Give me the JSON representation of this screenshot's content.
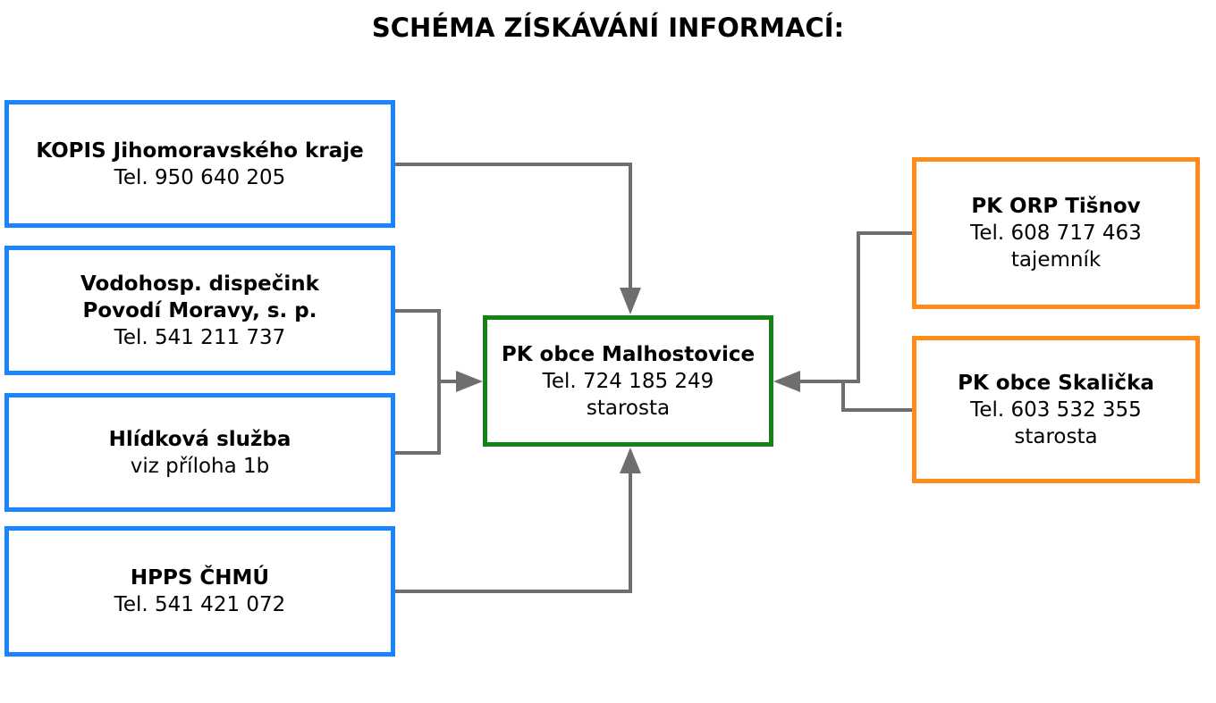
{
  "title": "SCHÉMA ZÍSKÁVÁNÍ INFORMACÍ:",
  "colors": {
    "source_border": "#1a85ff",
    "center_border": "#148214",
    "neighbor_border": "#ff8a1a",
    "connector": "#6e6e6e"
  },
  "nodes": {
    "kopis": {
      "name": "KOPIS Jihomoravského kraje",
      "phone": "Tel. 950 640 205"
    },
    "vodo": {
      "name_line1": "Vodohosp. dispečink",
      "name_line2": "Povodí Moravy, s. p.",
      "phone": "Tel. 541 211 737"
    },
    "hlid": {
      "name": "Hlídková služba",
      "note": "viz příloha 1b"
    },
    "hpps": {
      "name": "HPPS ČHMÚ",
      "phone": "Tel. 541 421 072"
    },
    "center": {
      "name": "PK obce Malhostovice",
      "phone": "Tel. 724 185 249",
      "role": "starosta"
    },
    "orp": {
      "name": "PK ORP Tišnov",
      "phone": "Tel. 608 717 463",
      "role": "tajemník"
    },
    "skal": {
      "name": "PK obce Skalička",
      "phone": "Tel. 603 532 355",
      "role": "starosta"
    }
  },
  "edges": [
    {
      "from": "kopis",
      "to": "center"
    },
    {
      "from": "vodo",
      "to": "center"
    },
    {
      "from": "hlid",
      "to": "center"
    },
    {
      "from": "hpps",
      "to": "center"
    },
    {
      "from": "orp",
      "to": "center"
    },
    {
      "from": "skal",
      "to": "center"
    }
  ]
}
